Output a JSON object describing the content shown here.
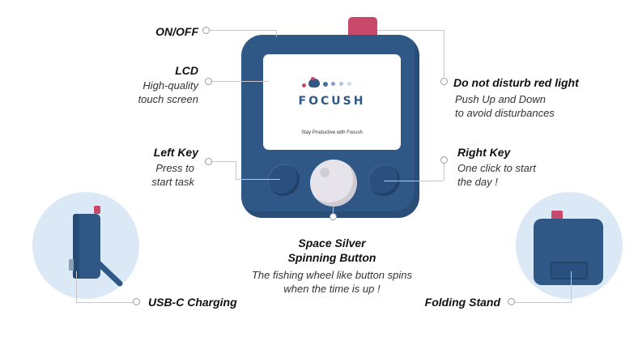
{
  "product": {
    "logo": "FOCUSH",
    "tagline": "Stay Productive with Focush"
  },
  "callouts": {
    "on_off": {
      "title": "ON/OFF"
    },
    "lcd": {
      "title": "LCD",
      "desc1": "High-quality",
      "desc2": "touch screen"
    },
    "dnd": {
      "title": "Do not disturb red light",
      "desc1": "Push Up and Down",
      "desc2": "to avoid disturbances"
    },
    "left_key": {
      "title": "Left Key",
      "desc1": "Press to",
      "desc2": "start task"
    },
    "right_key": {
      "title": "Right Key",
      "desc1": "One click to start",
      "desc2": "the day !"
    },
    "spinning": {
      "title1": "Space Silver",
      "title2": "Spinning Button",
      "desc1": "The fishing wheel like button spins",
      "desc2": "when the time is up !"
    },
    "usbc": {
      "title": "USB-C Charging"
    },
    "stand": {
      "title": "Folding Stand"
    }
  },
  "colors": {
    "device_body": "#2f5887",
    "red_light": "#c9496a",
    "wheel": "#e6e4ea",
    "backdrop_circle": "#dbe9f7"
  }
}
